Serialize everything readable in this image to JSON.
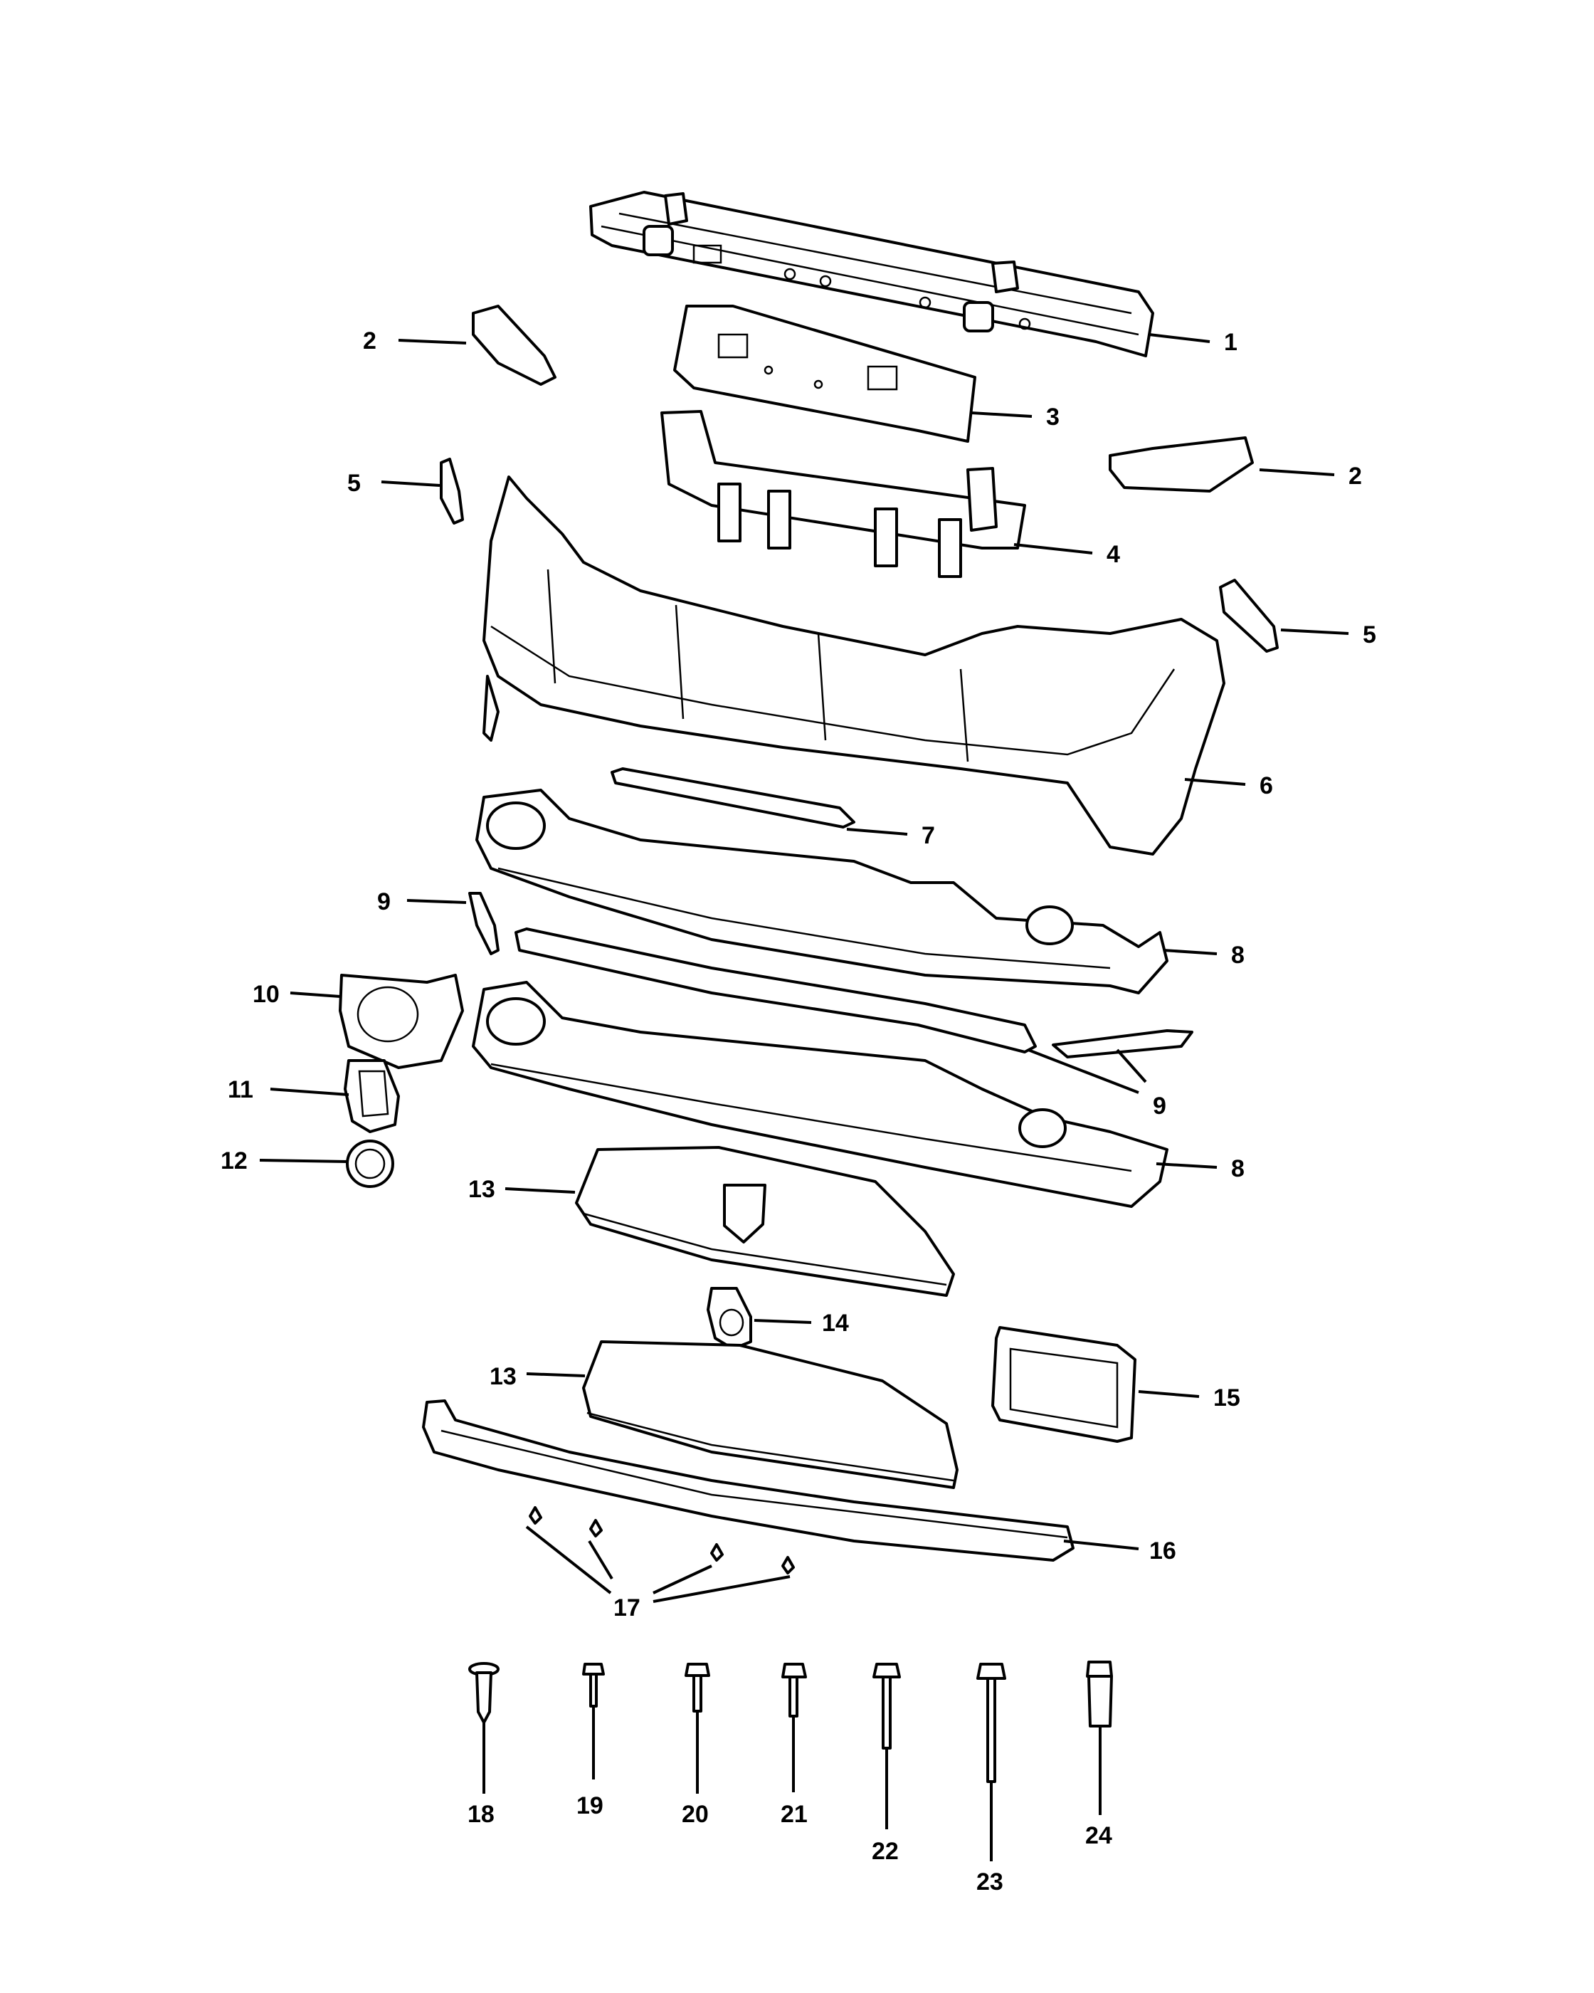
{
  "diagram": {
    "parts": [
      {
        "id": "reinforcement",
        "number": "1"
      },
      {
        "id": "bracket-grille-left",
        "number": "2"
      },
      {
        "id": "bracket-grille-right",
        "number": "2"
      },
      {
        "id": "absorber-panel",
        "number": "3"
      },
      {
        "id": "energy-absorber",
        "number": "4"
      },
      {
        "id": "bracket-side-left",
        "number": "5"
      },
      {
        "id": "bracket-side-right",
        "number": "5"
      },
      {
        "id": "fascia-front",
        "number": "6"
      },
      {
        "id": "upper-molding",
        "number": "7"
      },
      {
        "id": "lower-fascia-upper",
        "number": "8"
      },
      {
        "id": "lower-fascia-lower",
        "number": "8"
      },
      {
        "id": "end-cap-left",
        "number": "9"
      },
      {
        "id": "lower-molding",
        "number": "9"
      },
      {
        "id": "fog-lamp-bezel",
        "number": "10"
      },
      {
        "id": "bezel-trim-ring",
        "number": "11"
      },
      {
        "id": "fog-lamp-ring",
        "number": "12"
      },
      {
        "id": "grille-upper",
        "number": "13"
      },
      {
        "id": "grille-lower",
        "number": "13"
      },
      {
        "id": "tow-hook-cover",
        "number": "14"
      },
      {
        "id": "license-bracket",
        "number": "15"
      },
      {
        "id": "air-dam",
        "number": "16"
      },
      {
        "id": "clips",
        "number": "17"
      },
      {
        "id": "push-pin",
        "number": "18"
      },
      {
        "id": "screw-19",
        "number": "19"
      },
      {
        "id": "screw-20",
        "number": "20"
      },
      {
        "id": "bolt-21",
        "number": "21"
      },
      {
        "id": "bolt-22",
        "number": "22"
      },
      {
        "id": "bolt-23",
        "number": "23"
      },
      {
        "id": "nut-24",
        "number": "24"
      }
    ]
  }
}
